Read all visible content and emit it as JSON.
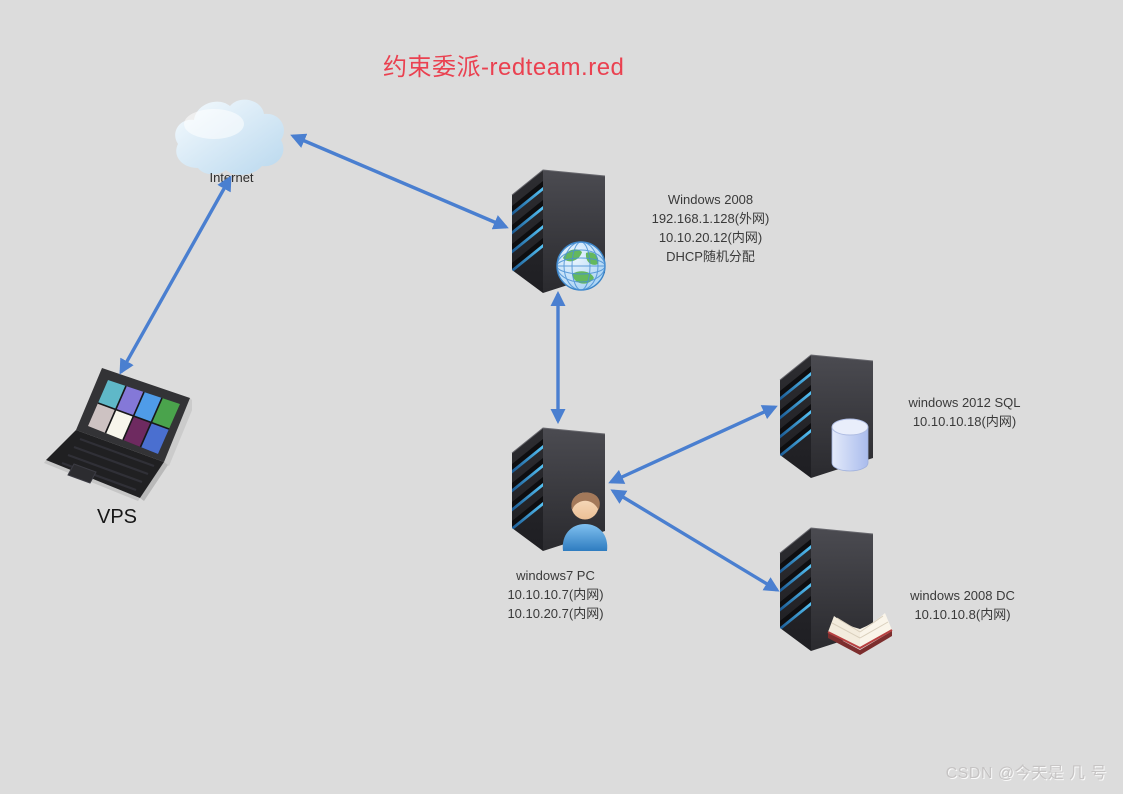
{
  "title": {
    "text": "约束委派-redteam.red"
  },
  "watermark": {
    "text": "CSDN @今天是 几 号"
  },
  "colors": {
    "background": "#dcdcdc",
    "title": "#ea4150",
    "arrow": "#4a7fd0",
    "label_text": "#3a3a3a",
    "server_stripe_blue": "#55c3f5"
  },
  "icons": [
    "cloud-icon",
    "laptop-icon",
    "server-tower-icon",
    "globe-icon",
    "user-icon",
    "database-icon",
    "address-book-icon",
    "double-arrow-connector"
  ],
  "nodes": {
    "internet": {
      "label": "Internet"
    },
    "vps": {
      "label": "VPS"
    },
    "win2008": {
      "lines": [
        "Windows 2008",
        "192.168.1.128(外网)",
        "10.10.20.12(内网)",
        "DHCP随机分配"
      ]
    },
    "win7pc": {
      "lines": [
        "windows7 PC",
        "10.10.10.7(内网)",
        "10.10.20.7(内网)"
      ]
    },
    "win2012sql": {
      "lines": [
        "windows 2012 SQL",
        "10.10.10.18(内网)"
      ]
    },
    "win2008dc": {
      "lines": [
        "windows 2008 DC",
        "10.10.10.8(内网)"
      ]
    }
  },
  "edges": [
    {
      "from": "internet",
      "to": "win2008",
      "bidirectional": true
    },
    {
      "from": "internet",
      "to": "vps",
      "bidirectional": true
    },
    {
      "from": "win2008",
      "to": "win7pc",
      "bidirectional": true
    },
    {
      "from": "win7pc",
      "to": "win2012sql",
      "bidirectional": true
    },
    {
      "from": "win7pc",
      "to": "win2008dc",
      "bidirectional": true
    }
  ]
}
